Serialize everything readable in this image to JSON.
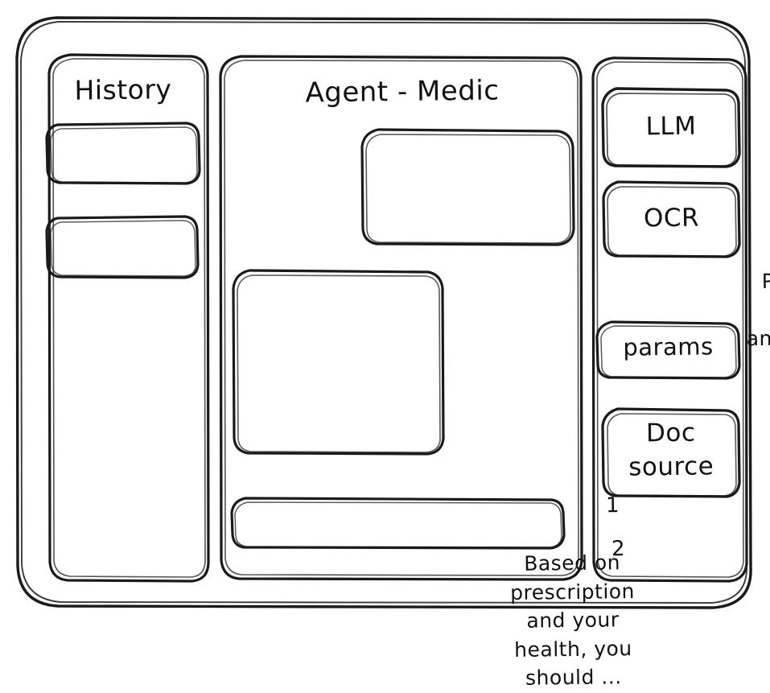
{
  "app": {
    "style": "hand-drawn-wireframe",
    "stroke_color": "#1a1a1a",
    "background_color": "#ffffff"
  },
  "sidebar": {
    "title": "History",
    "items": [
      {
        "label": "",
        "name": "history-item-1"
      },
      {
        "label": "",
        "name": "history-item-2"
      }
    ]
  },
  "main": {
    "title": "Agent - Medic",
    "messages": [
      {
        "role": "user",
        "text": "Pls check the\nprescription\nand recommend"
      },
      {
        "role": "assistant",
        "text": "Based on\nprescription\nand your\nhealth, you\nshould ..."
      }
    ],
    "composer": {
      "value": "",
      "placeholder": ""
    }
  },
  "tools_panel": {
    "cards": [
      {
        "label": "LLM",
        "name": "tool-card-llm"
      },
      {
        "label": "OCR",
        "name": "tool-card-ocr"
      },
      {
        "label": "params",
        "name": "tool-card-params"
      },
      {
        "label": "Doc\nsource",
        "name": "tool-card-doc-source"
      }
    ],
    "sources": [
      {
        "label": "1"
      },
      {
        "label": "2"
      }
    ]
  }
}
